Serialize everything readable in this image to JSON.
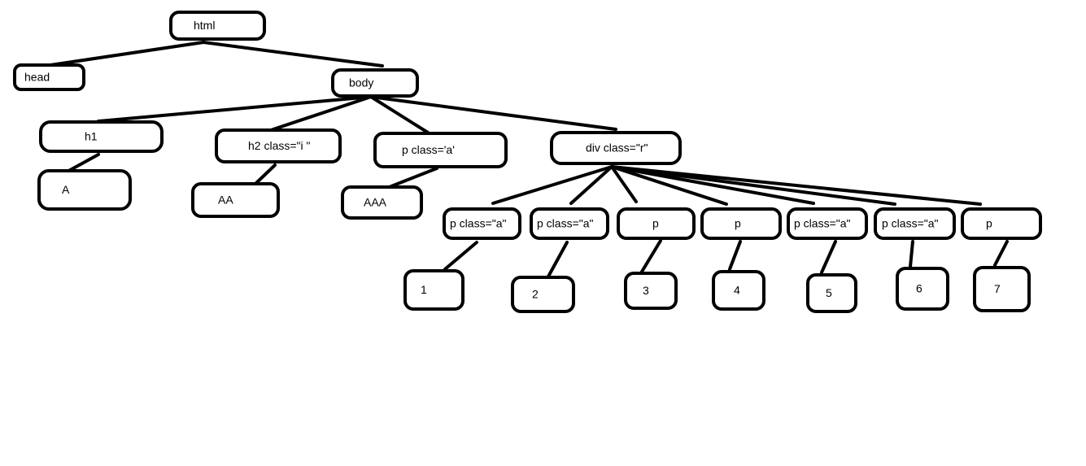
{
  "diagram": {
    "type": "dom-tree",
    "nodes": {
      "html": "html",
      "head": "head",
      "body": "body",
      "h1": "h1",
      "h2": "h2 class=\"i \"",
      "p_a": "p class='a'",
      "div": "div class=\"r\"",
      "text_a": "A",
      "text_aa": "AA",
      "text_aaa": "AAA",
      "div_p1": "p class=\"a\"",
      "div_p2": "p class=\"a\"",
      "div_p3": "p",
      "div_p4": "p",
      "div_p5": "p class=\"a\"",
      "div_p6": "p class=\"a\"",
      "div_p7": "p",
      "t1": "1",
      "t2": "2",
      "t3": "3",
      "t4": "4",
      "t5": "5",
      "t6": "6",
      "t7": "7"
    },
    "edges": [
      [
        "html",
        "head"
      ],
      [
        "html",
        "body"
      ],
      [
        "body",
        "h1"
      ],
      [
        "body",
        "h2"
      ],
      [
        "body",
        "p_a"
      ],
      [
        "body",
        "div"
      ],
      [
        "h1",
        "text_a"
      ],
      [
        "h2",
        "text_aa"
      ],
      [
        "p_a",
        "text_aaa"
      ],
      [
        "div",
        "div_p1"
      ],
      [
        "div",
        "div_p2"
      ],
      [
        "div",
        "div_p3"
      ],
      [
        "div",
        "div_p4"
      ],
      [
        "div",
        "div_p5"
      ],
      [
        "div",
        "div_p6"
      ],
      [
        "div",
        "div_p7"
      ],
      [
        "div_p1",
        "t1"
      ],
      [
        "div_p2",
        "t2"
      ],
      [
        "div_p3",
        "t3"
      ],
      [
        "div_p4",
        "t4"
      ],
      [
        "div_p5",
        "t5"
      ],
      [
        "div_p6",
        "t6"
      ],
      [
        "div_p7",
        "t7"
      ]
    ]
  }
}
